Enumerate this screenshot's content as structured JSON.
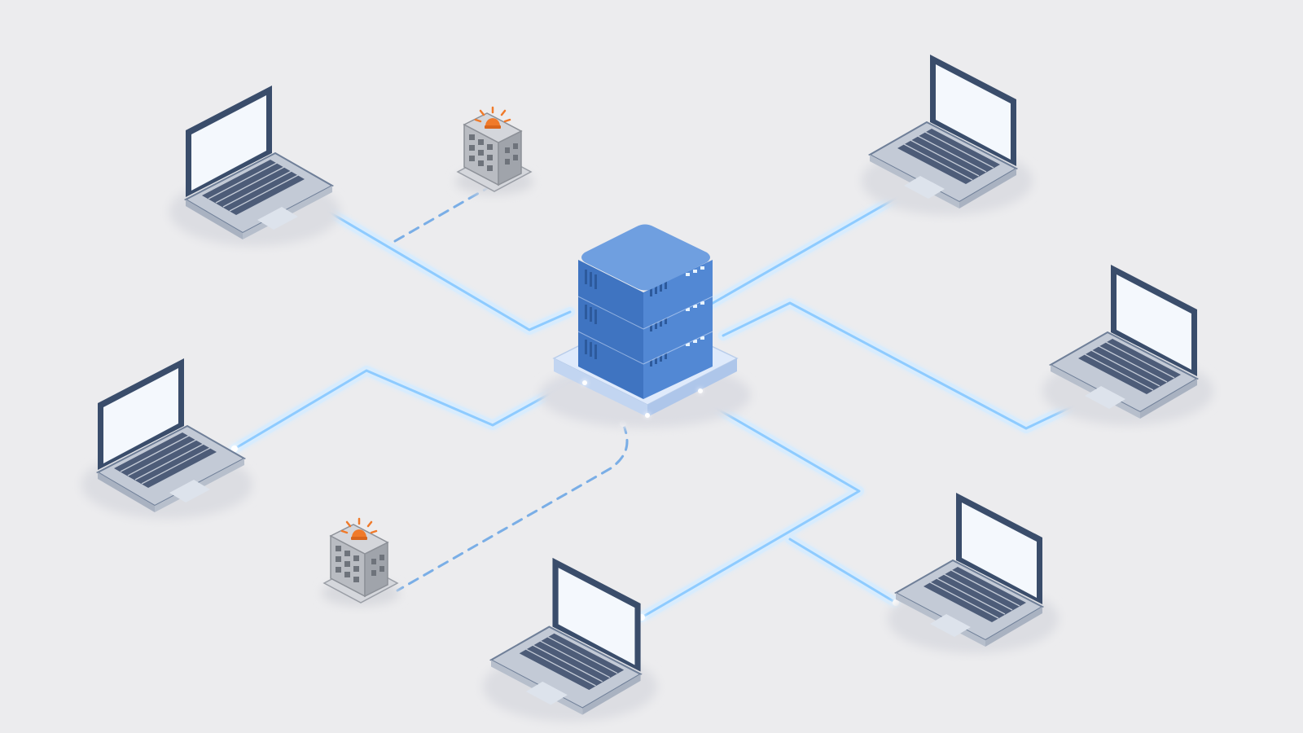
{
  "diagram": {
    "hub": {
      "icon": "server-stack-icon",
      "units": 3
    },
    "clients": [
      {
        "icon": "laptop-icon",
        "position": "top-left"
      },
      {
        "icon": "laptop-icon",
        "position": "middle-left"
      },
      {
        "icon": "laptop-icon",
        "position": "bottom-center"
      },
      {
        "icon": "laptop-icon",
        "position": "top-right"
      },
      {
        "icon": "laptop-icon",
        "position": "middle-right"
      },
      {
        "icon": "laptop-icon",
        "position": "bottom-right"
      }
    ],
    "alerts": [
      {
        "icon": "building-alarm-icon",
        "connection": "dashed"
      },
      {
        "icon": "building-alarm-icon",
        "connection": "dashed"
      }
    ],
    "colors": {
      "background": "#ececee",
      "link": "#8ecbff",
      "link_glow": "#d6ecff",
      "dashed_link": "#7aaee6",
      "server": "#4f86d2",
      "server_dark": "#3a6fb8",
      "server_top": "#6f9fe0",
      "base": "#c9dcf7",
      "laptop_frame": "#3a4d6b",
      "laptop_body": "#c8d0dc",
      "laptop_screen": "#f4f8fd",
      "alarm": "#f07a2a",
      "building": "#b9bcc2"
    }
  }
}
